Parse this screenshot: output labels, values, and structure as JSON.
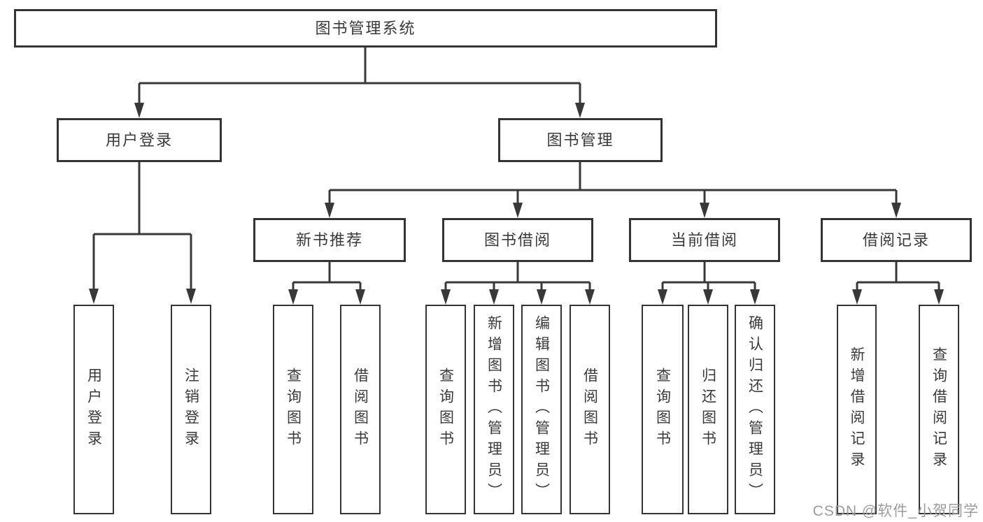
{
  "diagram": {
    "root": {
      "label": "图书管理系统"
    },
    "level2": [
      {
        "label": "用户登录"
      },
      {
        "label": "图书管理"
      }
    ],
    "level3": [
      {
        "label": "新书推荐"
      },
      {
        "label": "图书借阅"
      },
      {
        "label": "当前借阅"
      },
      {
        "label": "借阅记录"
      }
    ],
    "leaves": [
      {
        "label": "用户登录"
      },
      {
        "label": "注销登录"
      },
      {
        "label": "查询图书"
      },
      {
        "label": "借阅图书"
      },
      {
        "label": "查询图书"
      },
      {
        "label": "新增图书（管理员）"
      },
      {
        "label": "编辑图书（管理员）"
      },
      {
        "label": "借阅图书"
      },
      {
        "label": "查询图书"
      },
      {
        "label": "归还图书"
      },
      {
        "label": "确认归还（管理员）"
      },
      {
        "label": "新增借阅记录"
      },
      {
        "label": "查询借阅记录"
      }
    ],
    "watermark": "CSDN @软件_小贺同学",
    "colors": {
      "line": "#383838",
      "box_border": "#343434",
      "text": "#3a3a3a",
      "watermark": "#9c9c9c",
      "background": "#ffffff"
    }
  }
}
